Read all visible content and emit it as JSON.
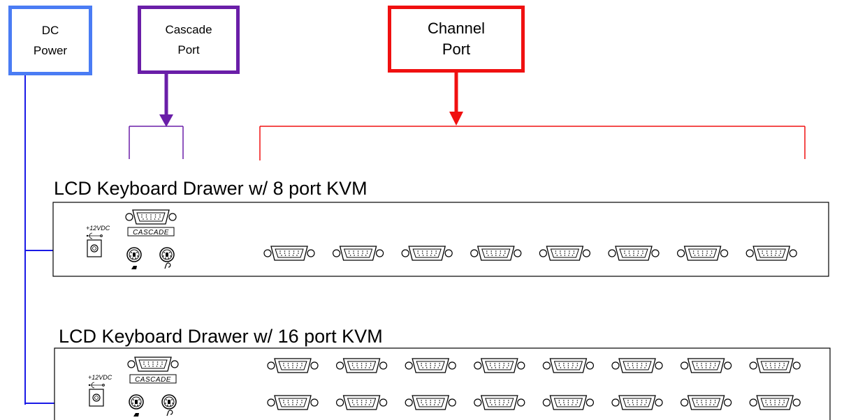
{
  "labels": {
    "dc_power": "DC\nPower",
    "cascade_port": "Cascade\nPort",
    "channel_port": "Channel\nPort"
  },
  "panels": [
    {
      "title": "LCD Keyboard Drawer w/ 8 port KVM",
      "power_label": "+12VDC",
      "cascade_label": "CASCADE",
      "channel_port_rows": 1,
      "ports_per_row": 8
    },
    {
      "title": "LCD Keyboard Drawer w/ 16 port KVM",
      "power_label": "+12VDC",
      "cascade_label": "CASCADE",
      "channel_port_rows": 2,
      "ports_per_row": 8
    }
  ],
  "colors": {
    "dc_power": "#4a7cf4",
    "cascade": "#6a1ea8",
    "channel": "#f01010",
    "power_line": "#1a1ae6"
  }
}
